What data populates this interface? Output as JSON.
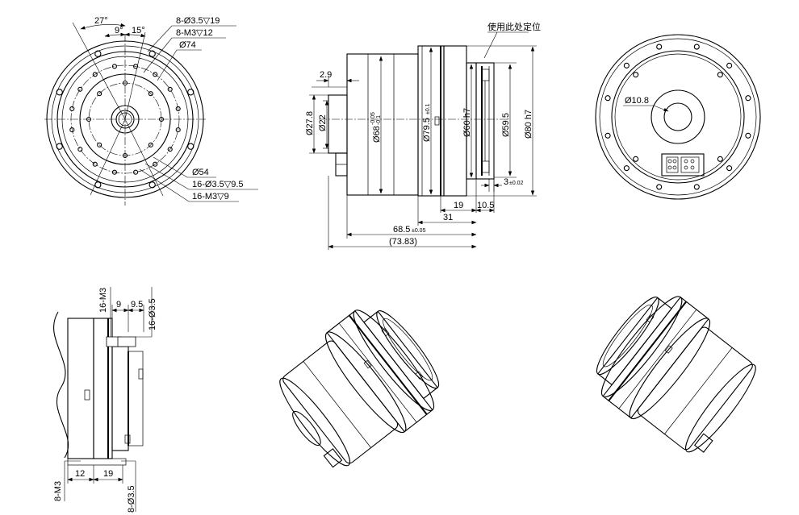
{
  "annotations": {
    "top_left": {
      "angle_27": "27°",
      "angle_9": "9°",
      "angle_15": "15°",
      "holes_8_d35": "8-Ø3.5▽19",
      "holes_8_m3": "8-M3▽12",
      "pcd_74": "Ø74",
      "pcd_54": "Ø54",
      "holes_16_d35": "16-Ø3.5▽9.5",
      "holes_16_m3": "16-M3▽9"
    },
    "top_middle": {
      "note_cn": "使用此处定位",
      "d_2_9": "2.9",
      "d_27_8": "Ø27.8",
      "d_22": "Ø22",
      "d_68_main": "Ø68",
      "d_68_tol_upper": "-0.05",
      "d_68_tol_lower": "-0.1",
      "d_79_5": "Ø79.5",
      "d_79_5_tol": "±0.1",
      "d_60": "Ø60 h7",
      "d_59_5": "Ø59.5",
      "d_80": "Ø80 h7",
      "d_3": "3",
      "d_3_tol": "±0.02",
      "d_19": "19",
      "d_10_5": "10.5",
      "d_31": "31",
      "d_68_5": "68.5",
      "d_68_5_tol": "±0.05",
      "d_73_83": "(73.83)"
    },
    "top_right": {
      "d_10_8": "Ø10.8"
    },
    "bottom_left": {
      "holes_16_m3": "16-M3",
      "d_9": "9",
      "d_9_5": "9.5",
      "holes_16_d35": "16-Ø3.5",
      "holes_8_m3": "8-M3",
      "d_12": "12",
      "d_19": "19",
      "holes_8_d35": "8-Ø3.5"
    }
  }
}
